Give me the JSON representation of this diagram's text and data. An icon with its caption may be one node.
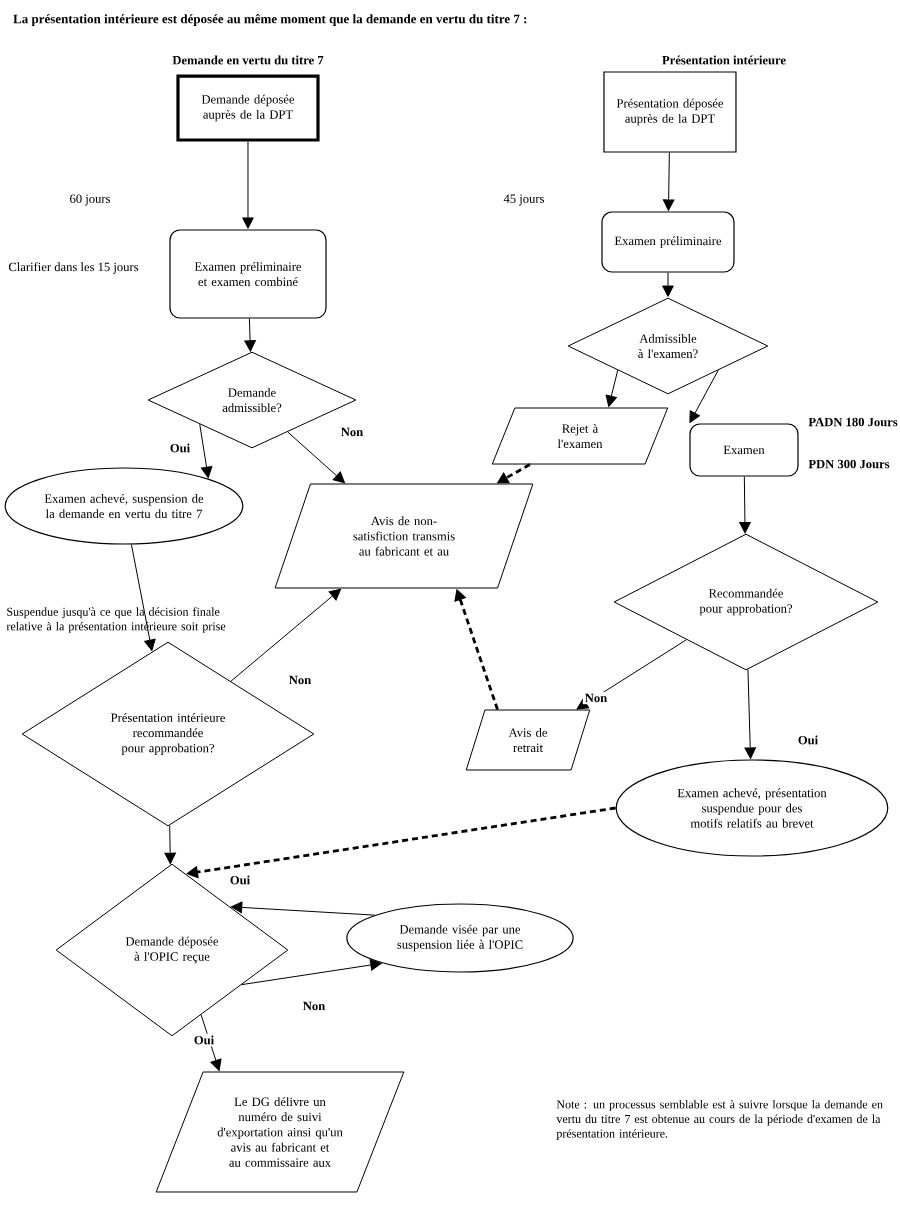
{
  "diagram": {
    "title": "La présentation intérieure est déposée au même moment que la demande en vertu du titre 7 :",
    "nodes": [
      {
        "text": [
          "Demande déposée auprès de la DPT"
        ],
        "beside": [
          "Demande en vertu du titre 7"
        ]
      },
      {
        "text": [
          "Présentation déposée auprès de la DPT"
        ],
        "beside": [
          "Présentation intérieure"
        ]
      },
      {
        "text": [
          "Examen préliminaire et examen combiné"
        ]
      },
      {
        "text": [
          "Examen préliminaire"
        ]
      },
      {
        "text": [
          "Demande admissible?"
        ]
      },
      {
        "text": [
          "Admissible à l'examen?"
        ]
      },
      {
        "text": [
          "Rejet à l'examen"
        ]
      },
      {
        "text": [
          "Examen"
        ]
      },
      {
        "text": [
          "Examen achevé, suspension de la demande en vertu du titre 7"
        ]
      },
      {
        "text": [
          "Avis de non-satisfiction transmis au fabricant et au"
        ]
      },
      {
        "text": [
          "Recommandée pour approbation?"
        ]
      },
      {
        "text": [
          "Présentation intérieure recommandée pour approbation?"
        ]
      },
      {
        "text": [
          "Avis de retrait"
        ]
      },
      {
        "text": [
          "Examen achevé, présentation suspendue pour des motifs relatifs au brevet"
        ]
      },
      {
        "text": [
          "Demande déposée à l'OPIC reçue"
        ]
      },
      {
        "text": [
          "Demande visée par une suspension liée à l'OPIC"
        ]
      },
      {
        "text": [
          "Le DG délivre un numéro de suivi d'exportation ainsi qu'un avis au fabricant et au commissaire aux"
        ]
      }
    ],
    "edges": [
      {
        "from": 0,
        "to": 2,
        "arrow": "to"
      },
      {
        "from": 1,
        "to": 3,
        "arrow": "to"
      },
      {
        "from": 2,
        "to": 4,
        "arrow": "to"
      },
      {
        "from": 3,
        "to": 5,
        "arrow": "to"
      },
      {
        "from": 4,
        "to": 8,
        "arrow": "to",
        "label": "Oui"
      },
      {
        "from": 4,
        "to": 9,
        "arrow": "to",
        "label": "Non"
      },
      {
        "from": 5,
        "to": 6,
        "arrow": "to"
      },
      {
        "from": 5,
        "to": 7,
        "arrow": "to"
      },
      {
        "from": 6,
        "to": 9,
        "arrow": "to",
        "style": "dashed"
      },
      {
        "from": 7,
        "to": 10,
        "arrow": "to"
      },
      {
        "from": 8,
        "to": 11,
        "arrow": "to"
      },
      {
        "from": 11,
        "to": 9,
        "arrow": "to",
        "label": "Non"
      },
      {
        "from": 10,
        "to": 12,
        "arrow": "to",
        "label": "Non"
      },
      {
        "from": 10,
        "to": 13,
        "arrow": "to",
        "label": "Oui"
      },
      {
        "from": 12,
        "to": 9,
        "arrow": "to",
        "style": "dashed"
      },
      {
        "from": 13,
        "to": 14,
        "arrow": "to",
        "style": "dashed",
        "label": "Oui"
      },
      {
        "from": 11,
        "to": 14,
        "arrow": "to"
      },
      {
        "from": 15,
        "to": 14,
        "arrow": "to"
      },
      {
        "from": 14,
        "to": 15,
        "arrow": "to",
        "label": "Non"
      },
      {
        "from": 14,
        "to": 16,
        "arrow": "to",
        "label": "Oui"
      }
    ],
    "labels": [
      "60 jours",
      "45 jours",
      "Clarifier dans les 15 jours",
      "PADN 180 Jours",
      "PDN 300 Jours",
      "Suspendue jusqu'à ce que la décision finale relative à la présentation intérieure soit prise",
      "Note : un processus semblable est à suivre lorsque la demande en vertu du titre 7 est obtenue au cours de la période d'examen de la présentation intérieure."
    ]
  }
}
